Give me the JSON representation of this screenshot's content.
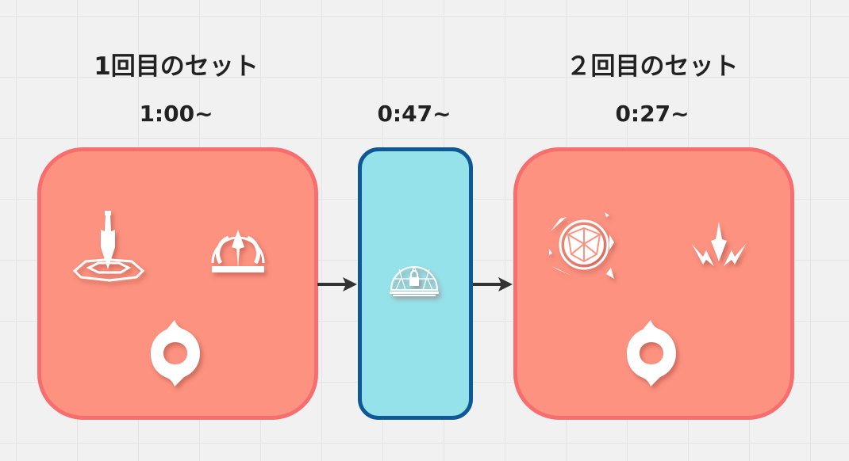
{
  "sets": [
    {
      "title": "1回目のセット",
      "time": "1:00~",
      "icons": [
        "blade-ring-icon",
        "shield-arc-icon",
        "cycle-icon"
      ]
    },
    {
      "time": "0:47~",
      "icons": [
        "dome-lock-icon"
      ]
    },
    {
      "title": "２回目のセット",
      "time": "0:27~",
      "icons": [
        "geodesic-sphere-icon",
        "lightning-down-icon",
        "cycle-icon"
      ]
    }
  ],
  "colors": {
    "set_fill": "#fd9280",
    "set_border": "#f76e6e",
    "break_fill": "#96e2ea",
    "break_border": "#0d5895",
    "arrow": "#333333"
  }
}
